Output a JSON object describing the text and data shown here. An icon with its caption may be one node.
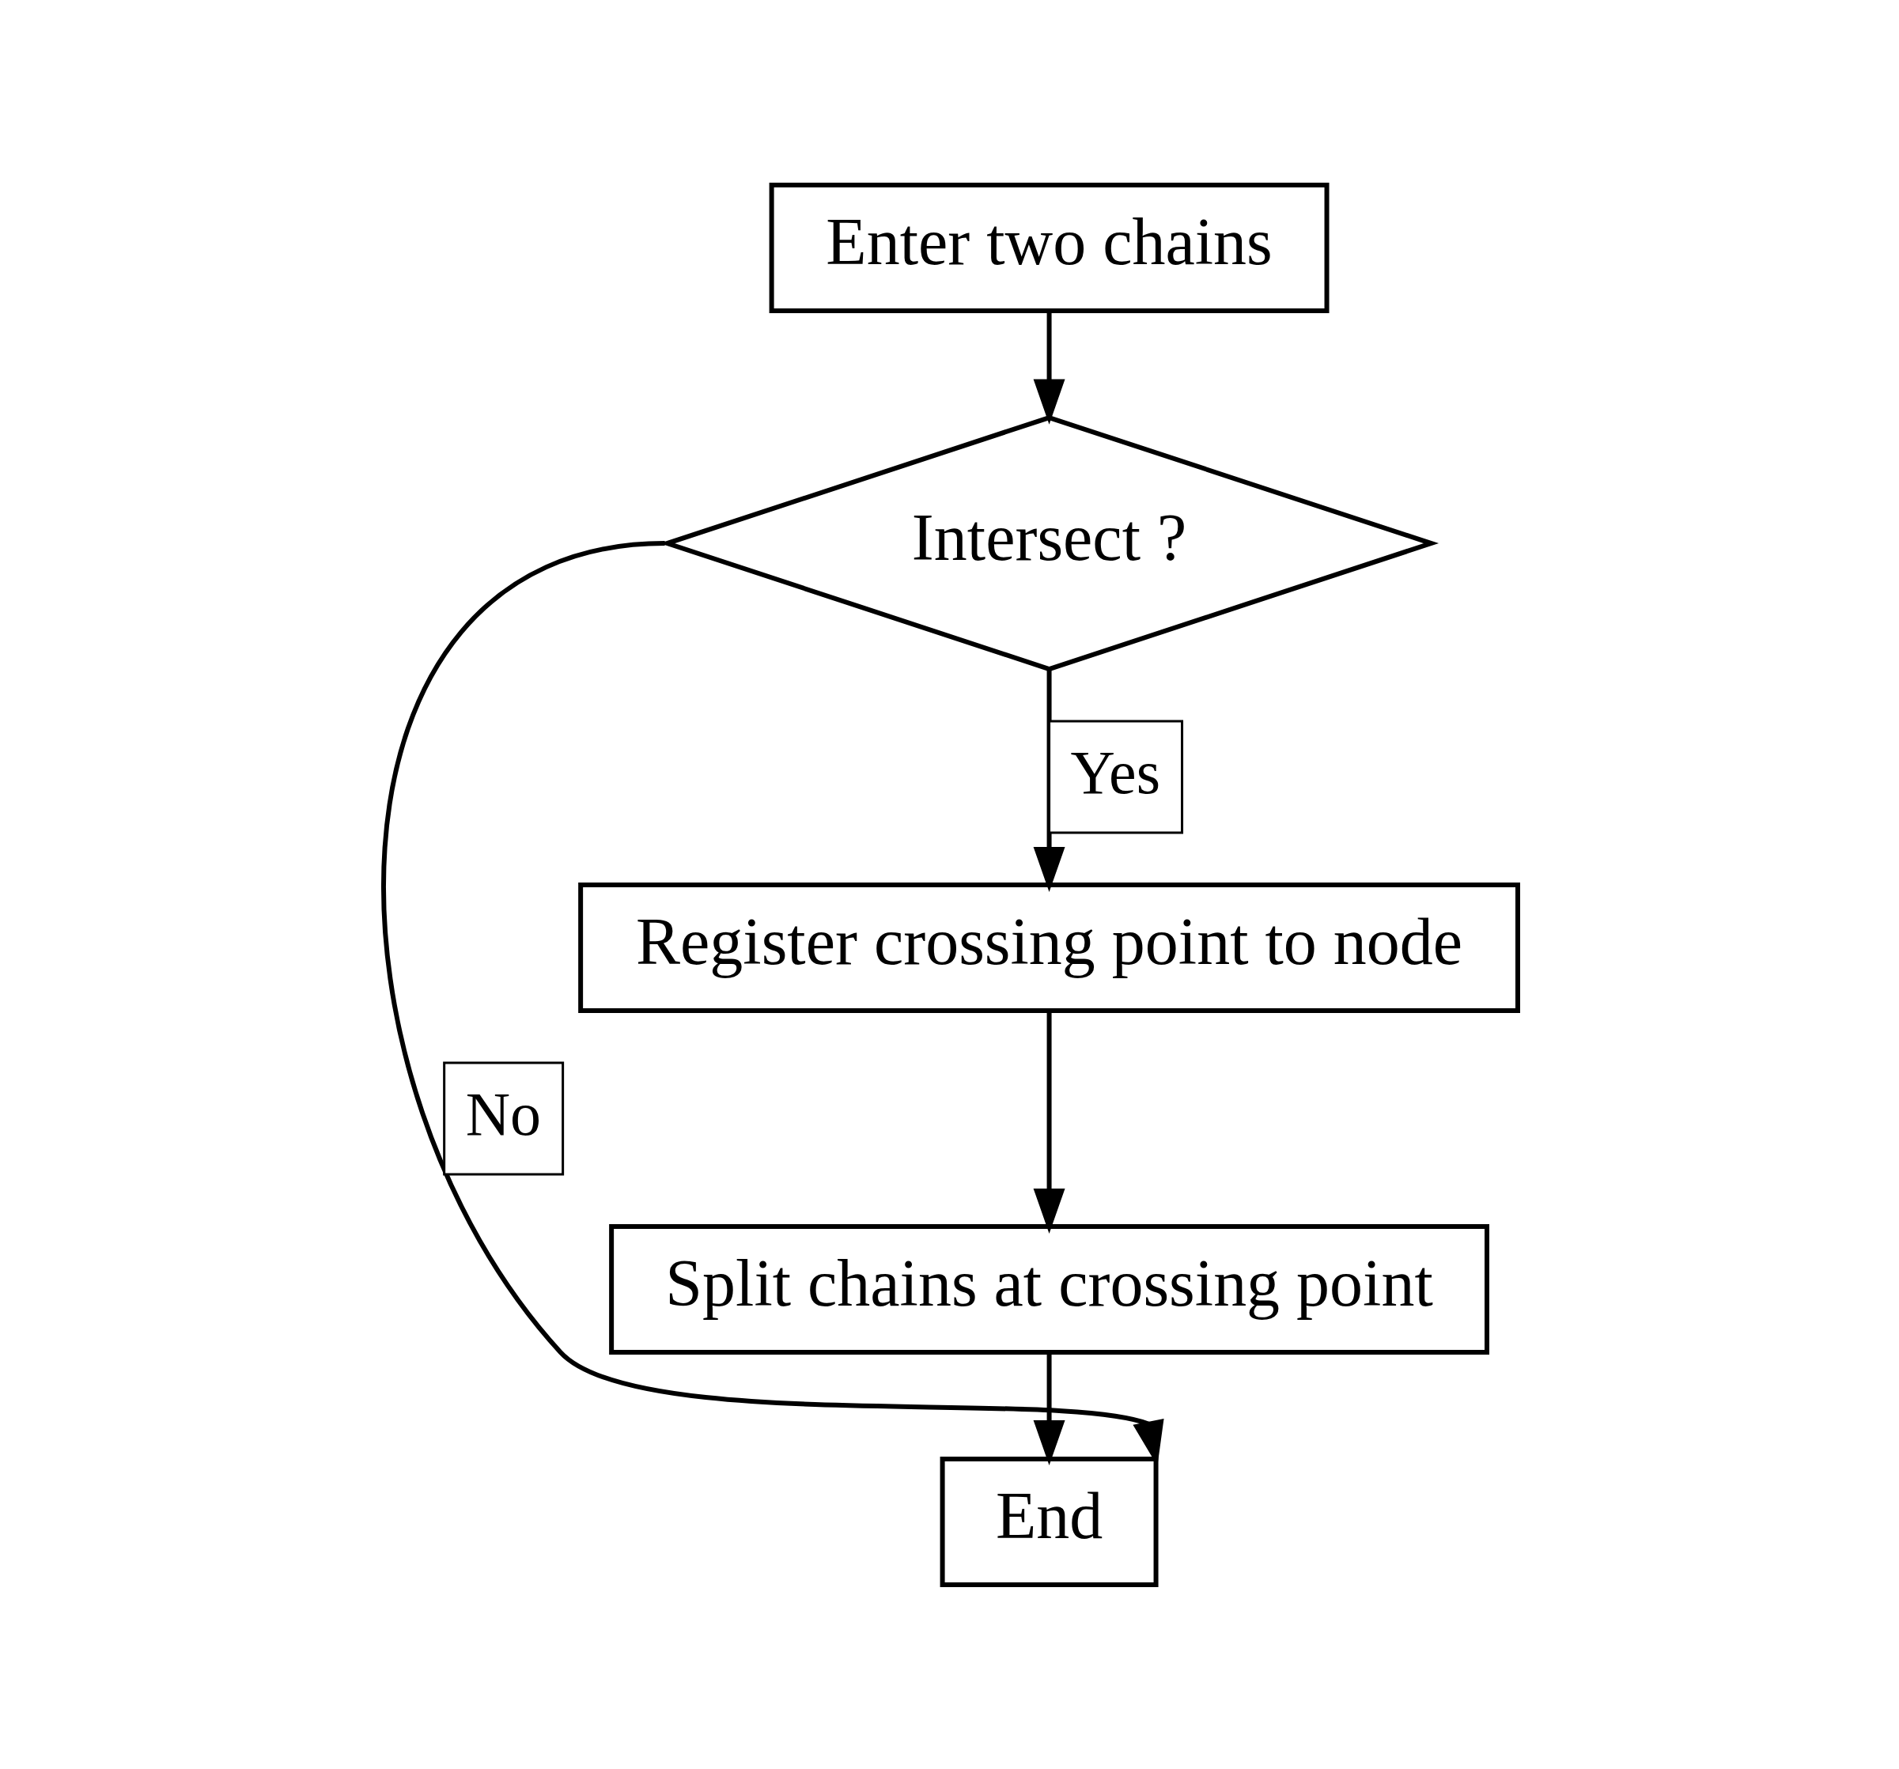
{
  "diagram": {
    "nodes": [
      {
        "text": [
          "Enter two chains"
        ]
      },
      {
        "text": [
          "Intersect ?"
        ]
      },
      {
        "text": [
          "Register crossing point to node"
        ]
      },
      {
        "text": [
          "Split chains at crossing point"
        ]
      },
      {
        "text": [
          "End"
        ]
      }
    ],
    "edges": [
      {
        "from": 0,
        "to": 1,
        "arrow": "to"
      },
      {
        "from": 1,
        "to": 2,
        "arrow": "to",
        "label": "Yes"
      },
      {
        "from": 2,
        "to": 3,
        "arrow": "to"
      },
      {
        "from": 3,
        "to": 4,
        "arrow": "to"
      },
      {
        "from": 1,
        "to": 4,
        "arrow": "to",
        "label": "No"
      }
    ]
  }
}
